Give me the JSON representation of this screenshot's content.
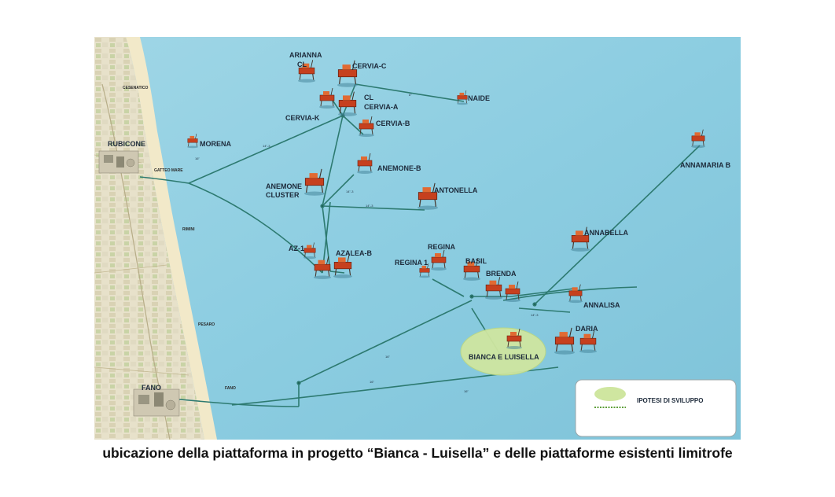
{
  "caption": "ubicazione della piattaforma in progetto “Bianca - Luisella” e delle piattaforme esistenti limitrofe",
  "platforms": {
    "arianna": "ARIANNA",
    "arianna_cl": "CL",
    "cervia_c": "CERVIA-C",
    "cl": "CL",
    "cervia_a": "CERVIA-A",
    "cervia_b": "CERVIA-B",
    "cervia_k": "CERVIA-K",
    "naide": "NAIDE",
    "rubicone": "RUBICONE",
    "morena": "MORENA",
    "anemone_b": "ANEMONE-B",
    "anemone_cluster_1": "ANEMONE",
    "anemone_cluster_2": "CLUSTER",
    "antonella": "ANTONELLA",
    "annamaria_b": "ANNAMARIA B",
    "annabella": "ANNABELLA",
    "regina": "REGINA",
    "regina_1": "REGINA 1",
    "basil": "BASIL",
    "brenda": "BRENDA",
    "az_1": "AZ-1",
    "azalea_b": "AZALEA-B",
    "annalisa": "ANNALISA",
    "daria": "DARIA",
    "bianca_luisella": "BIANCA E LUISELLA",
    "fano": "FANO"
  },
  "coast_towns": {
    "cesenatico": "CESENATICO",
    "gatteo_mare": "GATTEO MARE",
    "rimini": "RIMINI",
    "pesaro": "PESARO",
    "fano": "FANO"
  },
  "legend": {
    "label": "IPOTESI DI SVILUPPO",
    "fill_color": "#cfe6a0",
    "line_color": "#5f9f3a"
  },
  "colors": {
    "sea": "#8fcfe2",
    "land": "#e9e3c8",
    "beach": "#f1e7c4",
    "pipeline": "#2d7a70",
    "platform": "#c6401e"
  }
}
